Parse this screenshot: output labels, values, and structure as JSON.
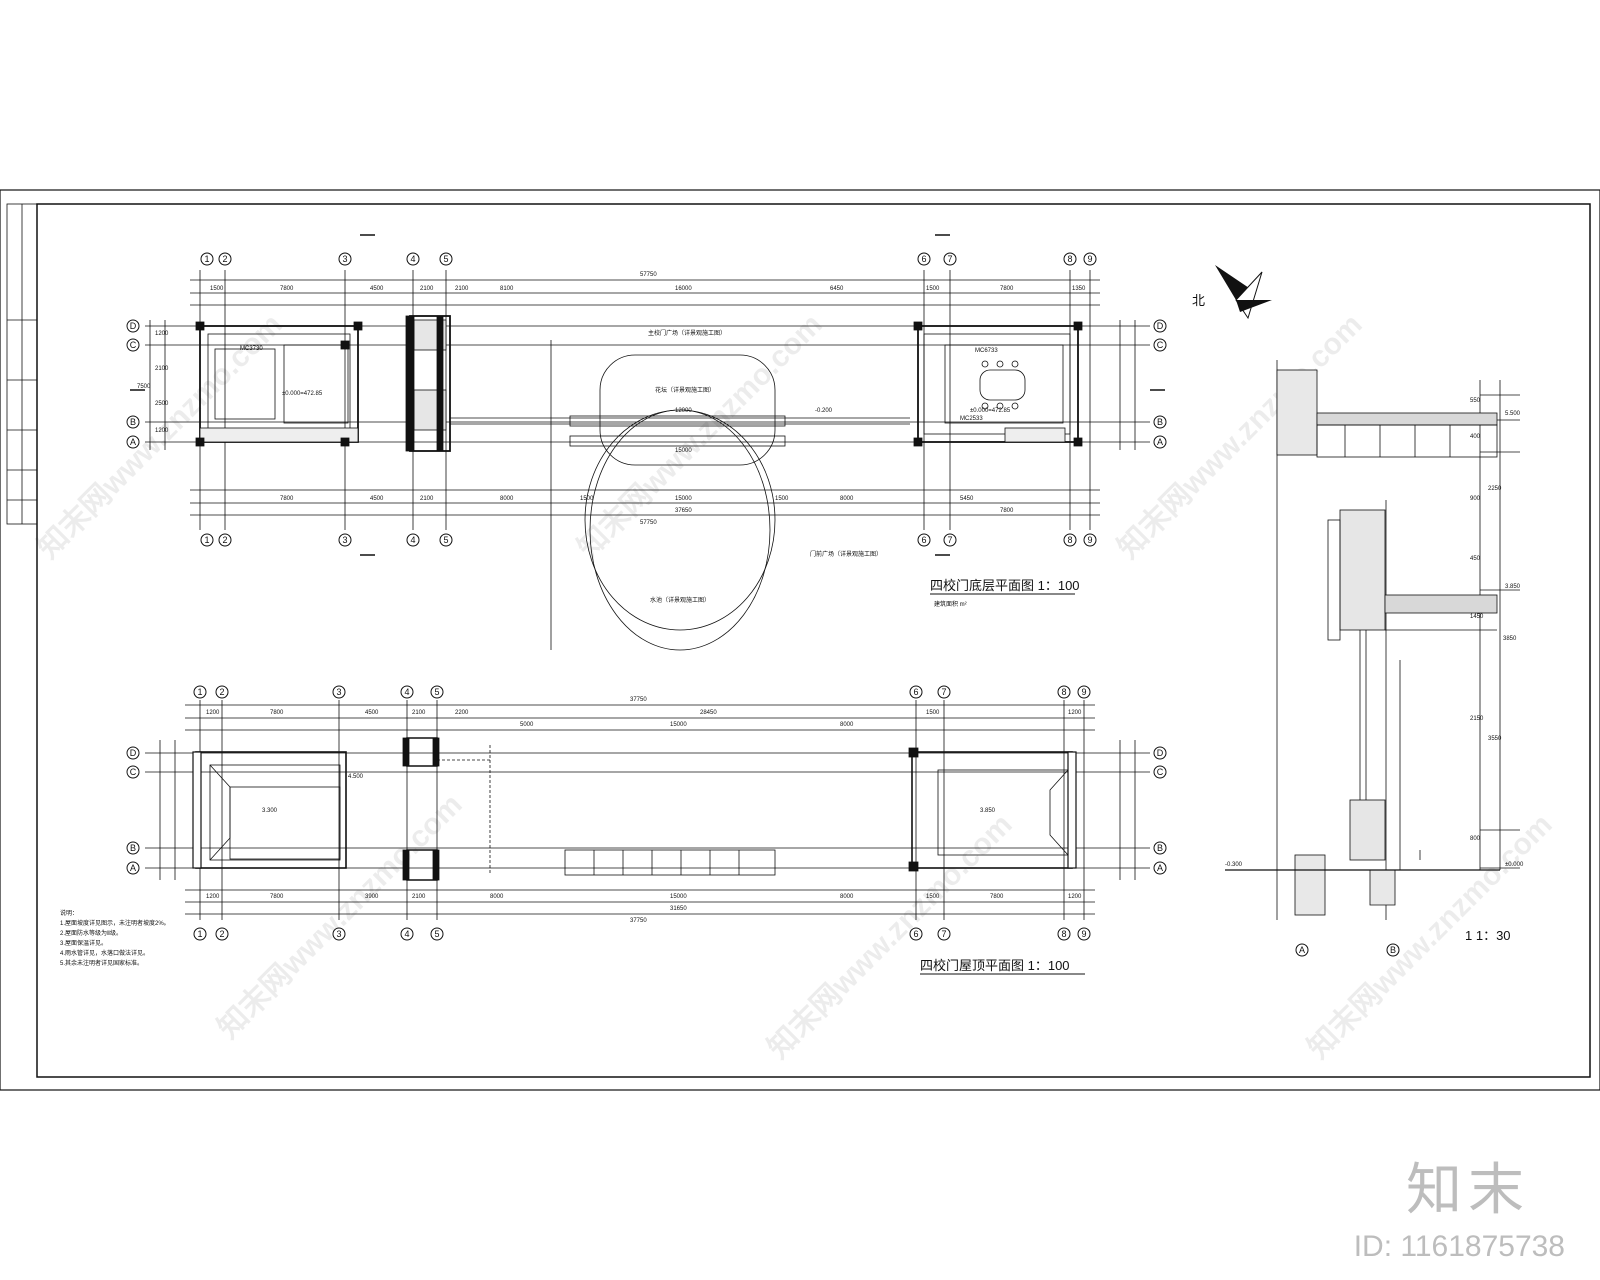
{
  "drawing": {
    "plan1": {
      "title": "四校门底层平面图 1：100",
      "subtitle": "建筑面积 m²",
      "road_label": "主校门广场（详景观施工图）",
      "plaza_label": "门前广场（详景观施工图）",
      "fountain_label": "水池（详景观施工图）",
      "central_label": "花坛（详景观施工图）",
      "elev_left": "±0.000=472.85",
      "elev_right": "±0.000=472.85",
      "elev_low": "-0.200",
      "room_left_door": "MC3730",
      "room_right_door": "MC6733",
      "room_right_door2": "MC2533",
      "overall_dim": "57750",
      "dim_top": [
        "1500",
        "7800",
        "4500",
        "2100",
        "2100",
        "8100",
        "16000",
        "6450",
        "1500",
        "7800",
        "1350"
      ],
      "dim_gate": "12000",
      "dim_gate2": "15000",
      "dim_bottom": [
        "7800",
        "4500",
        "2100",
        "8000",
        "1500",
        "15000",
        "1500",
        "8000",
        "5450",
        "7800"
      ],
      "dim_span": "37650",
      "dims_left": [
        "1200",
        "2100",
        "2500",
        "1200"
      ],
      "dim_left_total": "7500"
    },
    "plan2": {
      "title": "四校门屋顶平面图 1：100",
      "overall_dim": "37750",
      "dim_mid": "28450",
      "dims_top": [
        "1200",
        "7800",
        "4500",
        "2100",
        "2200",
        "5000",
        "15000",
        "8000",
        "1500",
        "1200"
      ],
      "dims_bottom": [
        "1200",
        "7800",
        "3900",
        "2100",
        "8000",
        "15000",
        "8000",
        "1500",
        "7800",
        "1200"
      ],
      "dim_span": "31650",
      "elev_left": "3.300",
      "elev_right": "3.850",
      "elev_mid": "4.500",
      "notes_title": "说明：",
      "notes": [
        "1.屋面坡度详见图示，未注明者坡度2%。",
        "2.屋面防水等级为Ⅱ级。",
        "3.屋面保温详见。",
        "4.雨水管详见，水落口做法详见。",
        "5.其余未注明者详见国家标准。"
      ]
    },
    "section": {
      "title": "1 1：30",
      "elevations": [
        "5.500",
        "3.850",
        "±0.000",
        "-0.300"
      ],
      "dims": [
        "550",
        "400",
        "900",
        "2250",
        "450",
        "1450",
        "3850",
        "2150",
        "3550",
        "800"
      ],
      "axis_a": "A",
      "axis_b": "B"
    },
    "north_label": "北",
    "axes_top": [
      "1",
      "2",
      "3",
      "4",
      "5",
      "6",
      "7",
      "8",
      "9"
    ],
    "axes_side": [
      "D",
      "C",
      "B",
      "A"
    ]
  },
  "brand": {
    "name": "知末",
    "id_text": "ID: 1161875738",
    "watermark": "知末网www.znzmo.com"
  }
}
